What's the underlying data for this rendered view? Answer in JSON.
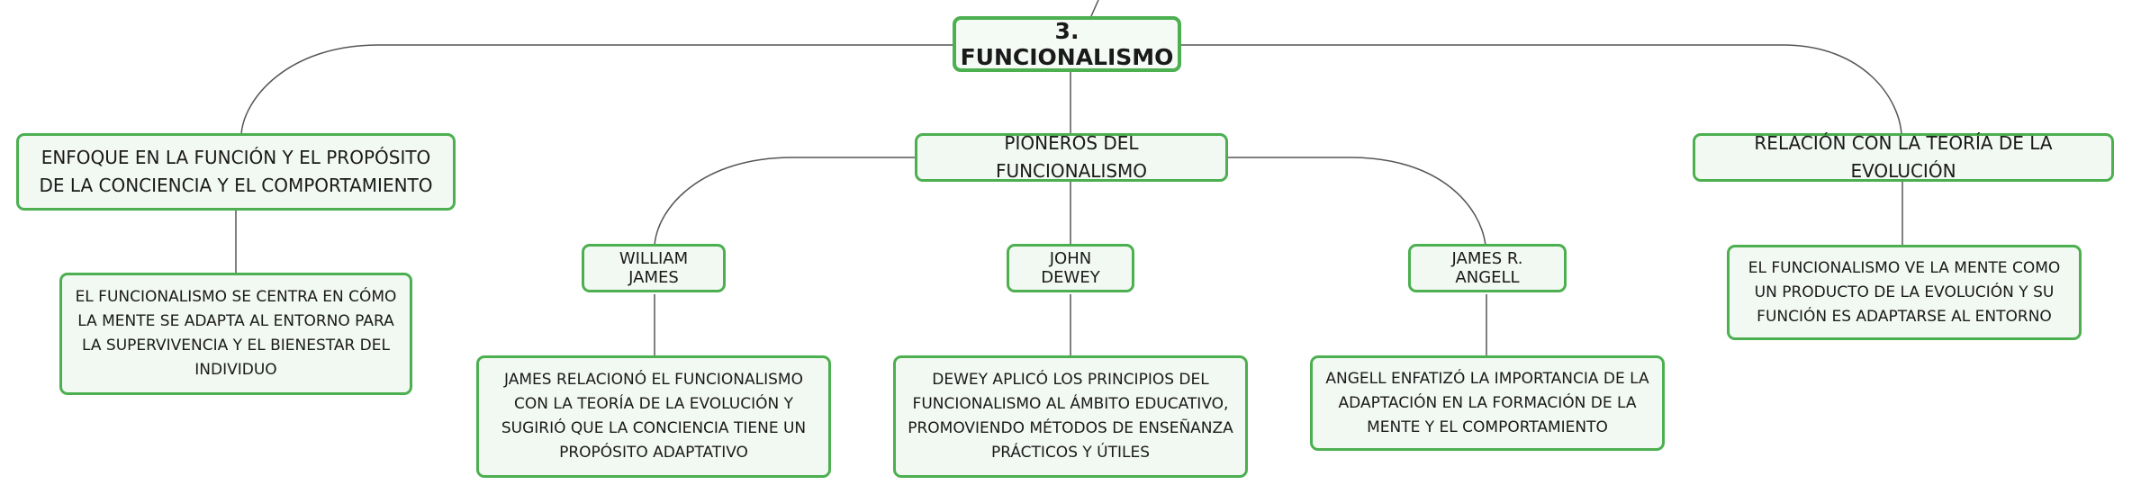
{
  "root": {
    "label": "3. FUNCIONALISMO"
  },
  "branches": [
    {
      "label": "ENFOQUE EN LA FUNCIÓN Y EL PROPÓSITO DE LA CONCIENCIA Y EL COMPORTAMIENTO",
      "detail": "EL FUNCIONALISMO SE CENTRA EN CÓMO LA MENTE SE ADAPTA AL ENTORNO PARA LA SUPERVIVENCIA Y EL BIENESTAR DEL INDIVIDUO"
    },
    {
      "label": "PIONEROS DEL FUNCIONALISMO",
      "pioneers": [
        {
          "name": "WILLIAM JAMES",
          "detail": "JAMES RELACIONÓ EL FUNCIONALISMO CON LA TEORÍA DE LA EVOLUCIÓN Y SUGIRIÓ QUE LA CONCIENCIA TIENE UN PROPÓSITO ADAPTATIVO"
        },
        {
          "name": "JOHN DEWEY",
          "detail": "DEWEY APLICÓ LOS PRINCIPIOS DEL FUNCIONALISMO AL ÁMBITO EDUCATIVO, PROMOVIENDO MÉTODOS DE ENSEÑANZA PRÁCTICOS Y ÚTILES"
        },
        {
          "name": "JAMES R. ANGELL",
          "detail": "ANGELL ENFATIZÓ LA IMPORTANCIA DE LA ADAPTACIÓN EN LA FORMACIÓN DE LA MENTE Y EL COMPORTAMIENTO"
        }
      ]
    },
    {
      "label": "RELACIÓN CON LA TEORÍA DE LA EVOLUCIÓN",
      "detail": "EL FUNCIONALISMO VE LA MENTE COMO UN PRODUCTO DE LA EVOLUCIÓN Y SU FUNCIÓN ES ADAPTARSE AL ENTORNO"
    }
  ],
  "colors": {
    "node_border": "#4caf50",
    "node_fill": "#f2f8f2",
    "connector": "#555555",
    "text": "#1a1a1a"
  }
}
